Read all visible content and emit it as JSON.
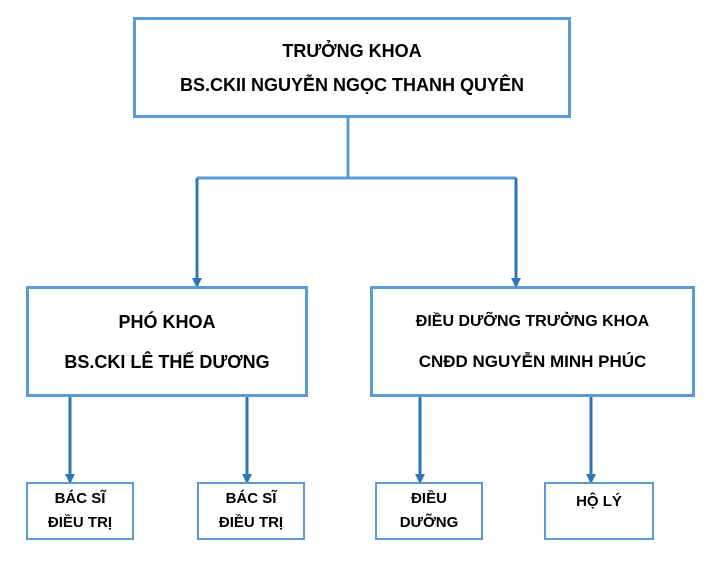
{
  "colors": {
    "border": "#5b9bd5",
    "connector": "#5b9bd5",
    "arrow": "#2e75b6",
    "text": "#000000"
  },
  "head": {
    "title": "TRƯỞNG KHOA",
    "name": "BS.CKII NGUYỄN NGỌC THANH QUYÊN"
  },
  "deputy": {
    "title": "PHÓ KHOA",
    "name": "BS.CKI LÊ THẾ DƯƠNG"
  },
  "nurse_head": {
    "title": "ĐIỀU DƯỠNG TRƯỞNG KHOA",
    "name": "CNĐD NGUYỄN MINH PHÚC"
  },
  "staff": [
    {
      "line1": "BÁC SĨ",
      "line2": "ĐIỀU TRỊ"
    },
    {
      "line1": "BÁC SĨ",
      "line2": "ĐIỀU TRỊ"
    },
    {
      "line1": "ĐIỀU",
      "line2": "DƯỠNG"
    },
    {
      "line1": "HỘ LÝ",
      "line2": ""
    }
  ]
}
